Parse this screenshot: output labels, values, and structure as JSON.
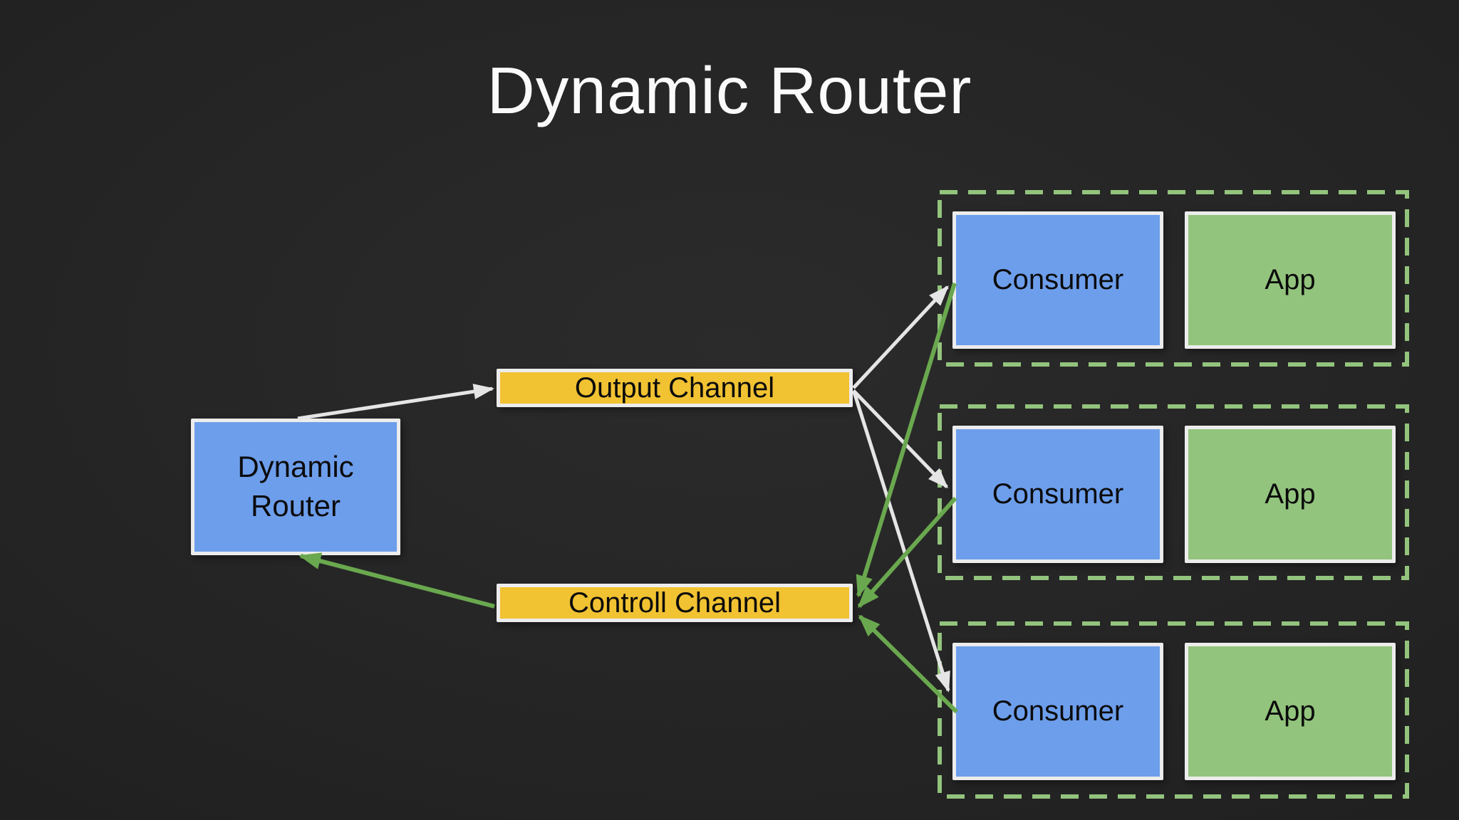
{
  "title": "Dynamic Router",
  "colors": {
    "background": "#232323",
    "node_blue": "#6d9eeb",
    "node_green": "#93c47d",
    "channel_yellow": "#f1c232",
    "node_border": "#ececec",
    "group_dash": "#93c47d",
    "arrow_data": "#e5e5e5",
    "arrow_control": "#6aa84f",
    "title_color": "#fafafa",
    "label_color": "#0b0b0b"
  },
  "nodes": {
    "dynamic_router": {
      "label": "Dynamic Router"
    },
    "output_channel": {
      "label": "Output Channel"
    },
    "controll_channel": {
      "label": "Controll Channel"
    }
  },
  "groups": [
    {
      "consumer_label": "Consumer",
      "app_label": "App"
    },
    {
      "consumer_label": "Consumer",
      "app_label": "App"
    },
    {
      "consumer_label": "Consumer",
      "app_label": "App"
    }
  ],
  "edges": [
    {
      "from": "dynamic-router",
      "to": "output-channel",
      "kind": "data"
    },
    {
      "from": "output-channel",
      "to": "consumer-1",
      "kind": "data"
    },
    {
      "from": "output-channel",
      "to": "consumer-2",
      "kind": "data"
    },
    {
      "from": "output-channel",
      "to": "consumer-3",
      "kind": "data"
    },
    {
      "from": "consumer-1",
      "to": "controll-channel",
      "kind": "control"
    },
    {
      "from": "consumer-2",
      "to": "controll-channel",
      "kind": "control"
    },
    {
      "from": "consumer-3",
      "to": "controll-channel",
      "kind": "control"
    },
    {
      "from": "controll-channel",
      "to": "dynamic-router",
      "kind": "control"
    }
  ]
}
